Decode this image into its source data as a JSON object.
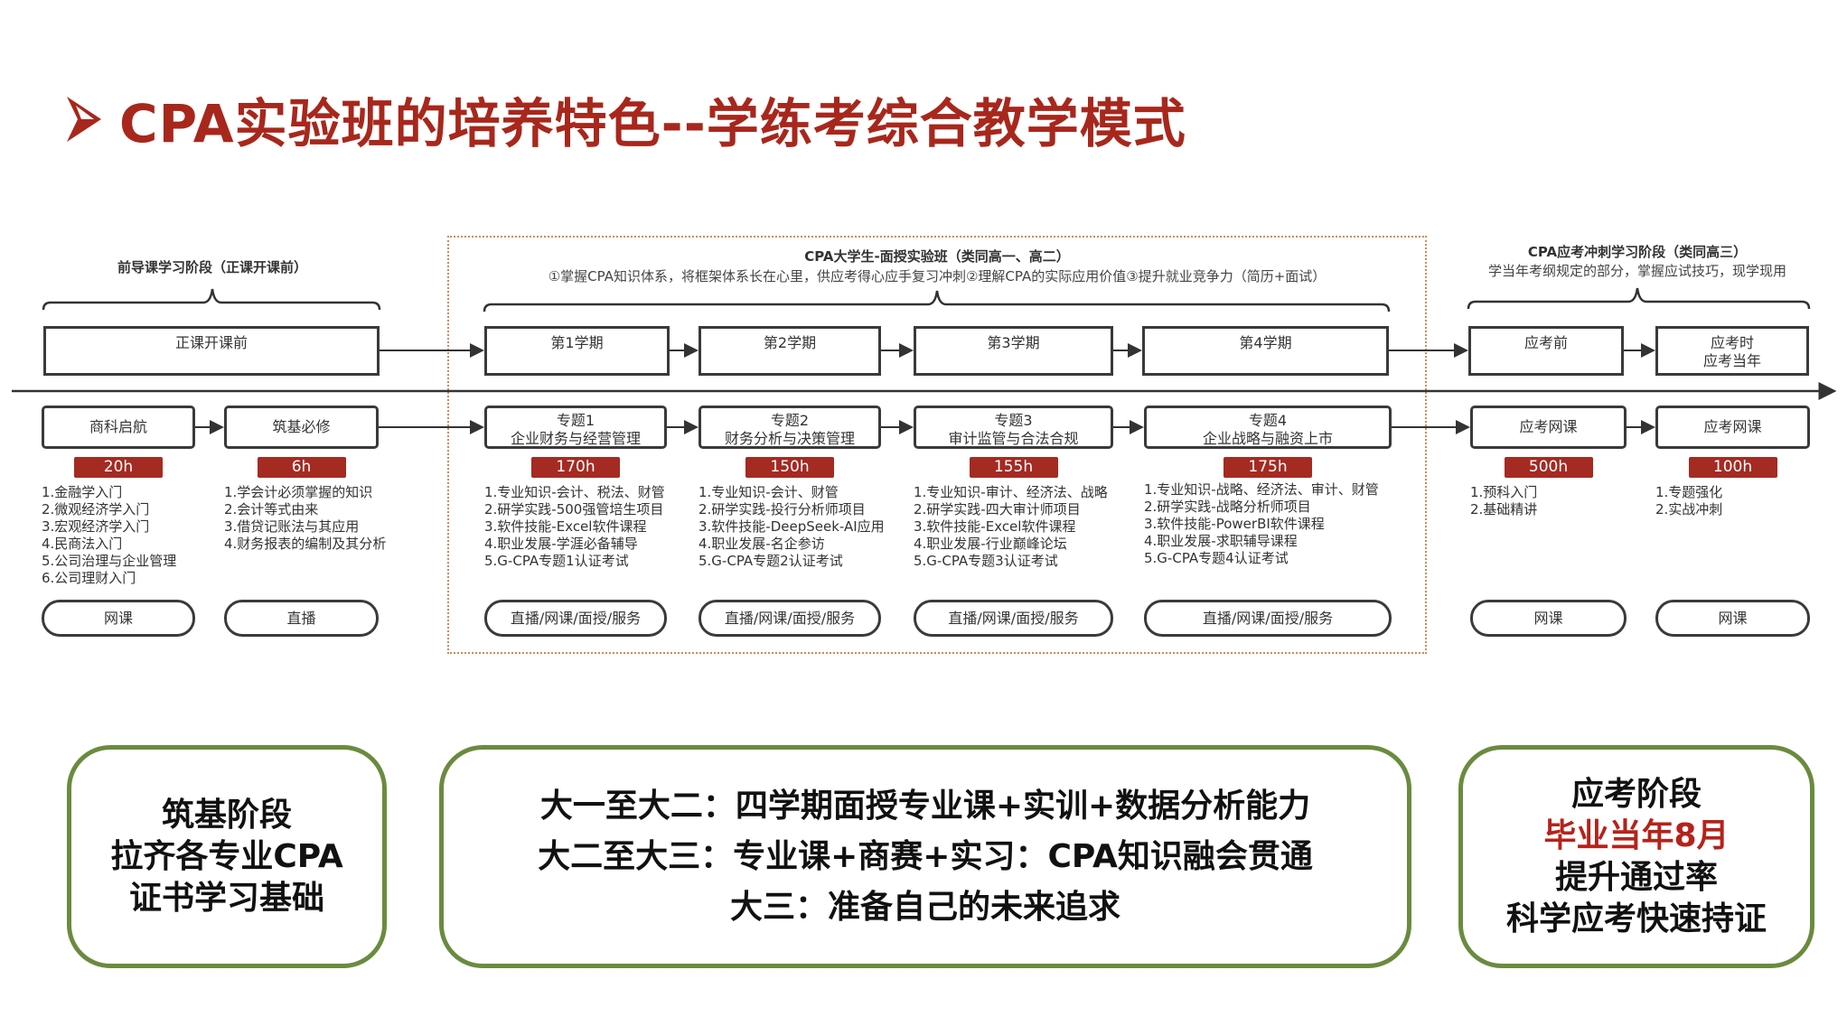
{
  "title": "CPA实验班的培养特色--学练考综合教学模式",
  "colors": {
    "title_red": "#a8271c",
    "badge_red": "#a52a22",
    "card_green": "#6a8b3e",
    "dashed_orange": "#d08a5c"
  },
  "stages": {
    "pre": {
      "heading": "前导课学习阶段（正课开课前）"
    },
    "mid": {
      "heading": "CPA大学生-面授实验班（类同高一、高二）",
      "subtitle": "①掌握CPA知识体系，将框架体系长在心里，供应考得心应手复习冲刺②理解CPA的实际应用价值③提升就业竞争力（简历+面试）"
    },
    "exam": {
      "heading": "CPA应考冲刺学习阶段（类同高三）",
      "subtitle": "学当年考纲规定的部分，掌握应试技巧，现学现用"
    }
  },
  "periods": [
    "正课开课前",
    "第1学期",
    "第2学期",
    "第3学期",
    "第4学期",
    "应考前",
    "应考时\n应考当年"
  ],
  "periods_lines": {
    "p6a": "应考时",
    "p6b": "应考当年"
  },
  "modules": [
    {
      "title": "商科启航",
      "hours": "20h",
      "items": [
        "1.金融学入门",
        "2.微观经济学入门",
        "3.宏观经济学入门",
        "4.民商法入门",
        "5.公司治理与企业管理",
        "6.公司理财入门"
      ],
      "mode": "网课"
    },
    {
      "title": "筑基必修",
      "hours": "6h",
      "items": [
        "1.学会计必须掌握的知识",
        "2.会计等式由来",
        "3.借贷记账法与其应用",
        "4.财务报表的编制及其分析"
      ],
      "mode": "直播"
    },
    {
      "title": "专题1",
      "subtitle": "企业财务与经营管理",
      "hours": "170h",
      "items": [
        "1.专业知识-会计、税法、财管",
        "2.研学实践-500强管培生项目",
        "3.软件技能-Excel软件课程",
        "4.职业发展-学涯必备辅导",
        "5.G-CPA专题1认证考试"
      ],
      "mode": "直播/网课/面授/服务"
    },
    {
      "title": "专题2",
      "subtitle": "财务分析与决策管理",
      "hours": "150h",
      "items": [
        "1.专业知识-会计、财管",
        "2.研学实践-投行分析师项目",
        "3.软件技能-DeepSeek-AI应用",
        "4.职业发展-名企参访",
        "5.G-CPA专题2认证考试"
      ],
      "mode": "直播/网课/面授/服务"
    },
    {
      "title": "专题3",
      "subtitle": "审计监管与合法合规",
      "hours": "155h",
      "items": [
        "1.专业知识-审计、经济法、战略",
        "2.研学实践-四大审计师项目",
        "3.软件技能-Excel软件课程",
        "4.职业发展-行业巅峰论坛",
        "5.G-CPA专题3认证考试"
      ],
      "mode": "直播/网课/面授/服务"
    },
    {
      "title": "专题4",
      "subtitle": "企业战略与融资上市",
      "hours": "175h",
      "items": [
        "1.专业知识-战略、经济法、审计、财管",
        "2.研学实践-战略分析师项目",
        "3.软件技能-PowerBI软件课程",
        "4.职业发展-求职辅导课程",
        "5.G-CPA专题4认证考试"
      ],
      "mode": "直播/网课/面授/服务"
    },
    {
      "title": "应考网课",
      "hours": "500h",
      "items": [
        "1.预科入门",
        "2.基础精讲"
      ],
      "mode": "网课"
    },
    {
      "title": "应考网课",
      "hours": "100h",
      "items": [
        "1.专题强化",
        "2.实战冲刺"
      ],
      "mode": "网课"
    }
  ],
  "cards": {
    "c1": [
      "筑基阶段",
      "拉齐各专业CPA",
      "证书学习基础"
    ],
    "c2": [
      "大一至大二：四学期面授专业课+实训+数据分析能力",
      "大二至大三：专业课+商赛+实习：CPA知识融会贯通",
      "大三：准备自己的未来追求"
    ],
    "c3": [
      "应考阶段",
      "毕业当年8月",
      "提升通过率",
      "科学应考快速持证"
    ]
  }
}
